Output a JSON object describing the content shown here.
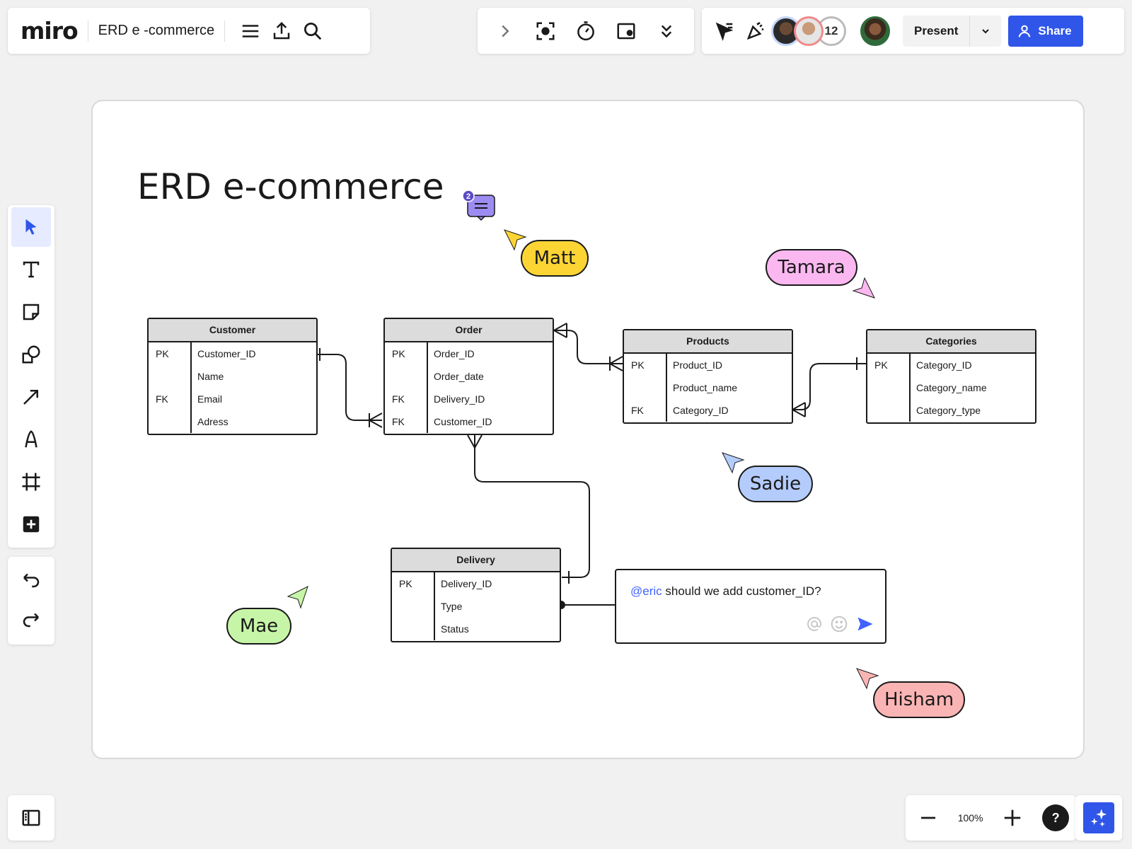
{
  "app": {
    "logo": "miro",
    "board_title": "ERD e -commerce"
  },
  "topbar": {
    "participant_count": "12",
    "present_label": "Present",
    "share_label": "Share"
  },
  "frame": {
    "title": "ERD e-commerce"
  },
  "tables": {
    "customer": {
      "name": "Customer",
      "rows": [
        {
          "key": "PK",
          "field": "Customer_ID"
        },
        {
          "key": "",
          "field": "Name"
        },
        {
          "key": "FK",
          "field": "Email"
        },
        {
          "key": "",
          "field": "Adress"
        }
      ]
    },
    "order": {
      "name": "Order",
      "rows": [
        {
          "key": "PK",
          "field": "Order_ID"
        },
        {
          "key": "",
          "field": "Order_date"
        },
        {
          "key": "FK",
          "field": "Delivery_ID"
        },
        {
          "key": "FK",
          "field": "Customer_ID"
        }
      ]
    },
    "products": {
      "name": "Products",
      "rows": [
        {
          "key": "PK",
          "field": "Product_ID"
        },
        {
          "key": "",
          "field": "Product_name"
        },
        {
          "key": "FK",
          "field": "Category_ID"
        }
      ]
    },
    "categories": {
      "name": "Categories",
      "rows": [
        {
          "key": "PK",
          "field": "Category_ID"
        },
        {
          "key": "",
          "field": "Category_name"
        },
        {
          "key": "",
          "field": "Category_type"
        }
      ]
    },
    "delivery": {
      "name": "Delivery",
      "rows": [
        {
          "key": "PK",
          "field": "Delivery_ID"
        },
        {
          "key": "",
          "field": "Type"
        },
        {
          "key": "",
          "field": "Status"
        }
      ]
    }
  },
  "cursors": {
    "matt": {
      "name": "Matt",
      "color": "#fcd535"
    },
    "tamara": {
      "name": "Tamara",
      "color": "#fbb8f0"
    },
    "sadie": {
      "name": "Sadie",
      "color": "#b4ccfb"
    },
    "mae": {
      "name": "Mae",
      "color": "#c6f5a7"
    },
    "hisham": {
      "name": "Hisham",
      "color": "#fbb4b4"
    }
  },
  "comment": {
    "mention": "@eric",
    "text": " should we add customer_ID?",
    "badge_count": "2"
  },
  "zoom": {
    "level": "100%"
  },
  "colors": {
    "accent": "#2f56e8",
    "mention": "#4262ff",
    "comment_badge": "#9c8cf2"
  }
}
